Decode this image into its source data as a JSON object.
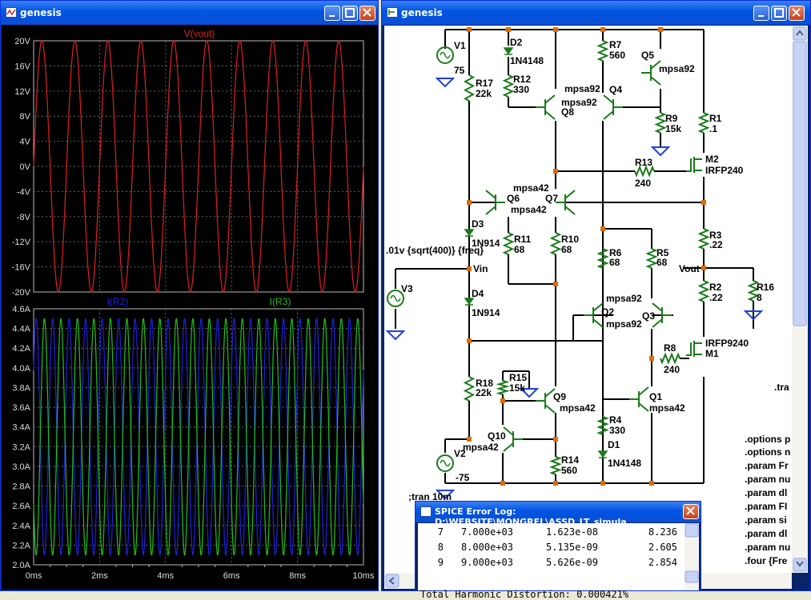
{
  "plot_window": {
    "title": "genesis"
  },
  "schematic_window": {
    "title": "genesis"
  },
  "error_log": {
    "title": "SPICE Error Log: D:\\WEBSITE\\MONGREL\\ASSD_LT_simula...",
    "rows": [
      {
        "n": "7",
        "freq": "7.000e+03",
        "amp": "1.623e-08",
        "norm": "8.236"
      },
      {
        "n": "8",
        "freq": "8.000e+03",
        "amp": "5.135e-09",
        "norm": "2.605"
      },
      {
        "n": "9",
        "freq": "9.000e+03",
        "amp": "5.626e-09",
        "norm": "2.854"
      }
    ],
    "thd": "Total Harmonic Distortion: 0.000421%"
  },
  "chart_data": [
    {
      "type": "line",
      "title": "V(vout)",
      "series": [
        {
          "name": "V(vout)",
          "color": "#e02020",
          "amplitude": 20,
          "offset": 0,
          "frequency_khz": 1
        }
      ],
      "xlim": [
        0,
        10
      ],
      "ylim": [
        -20,
        20
      ],
      "x_ticks": [
        "0ms",
        "2ms",
        "4ms",
        "6ms",
        "8ms",
        "10ms"
      ],
      "y_ticks": [
        "20V",
        "16V",
        "12V",
        "8V",
        "4V",
        "0V",
        "-4V",
        "-8V",
        "-12V",
        "-16V",
        "-20V"
      ],
      "grid": true
    },
    {
      "type": "line",
      "series": [
        {
          "name": "I(R2)",
          "color": "#2020e0",
          "center": 3.3,
          "amplitude": 1.2,
          "frequency_khz": 2
        },
        {
          "name": "I(R3)",
          "color": "#20c020",
          "center": 3.3,
          "amplitude": 1.2,
          "frequency_khz": 2
        }
      ],
      "xlim": [
        0,
        10
      ],
      "ylim": [
        2.0,
        4.6
      ],
      "x_ticks": [
        "0ms",
        "2ms",
        "4ms",
        "6ms",
        "8ms",
        "10ms"
      ],
      "y_ticks": [
        "4.6A",
        "4.4A",
        "4.2A",
        "4.0A",
        "3.8A",
        "3.6A",
        "3.4A",
        "3.2A",
        "3.0A",
        "2.8A",
        "2.6A",
        "2.4A",
        "2.2A",
        "2.0A"
      ],
      "grid": true
    }
  ],
  "schematic": {
    "labels": [
      "V1",
      "75",
      "D2",
      "1N4148",
      "R7",
      "560",
      "Q5",
      "mpsa92",
      "R17",
      "22k",
      "R12",
      "330",
      "mpsa92",
      "Q4",
      "mpsa92",
      "Q8",
      "R9",
      "15k",
      "R1",
      ".1",
      "R13",
      "240",
      "M2",
      "IRFP240",
      "mpsa42",
      "Q6",
      "Q7",
      "mpsa42",
      "D3",
      "1N914",
      "R11",
      "68",
      "R10",
      "68",
      "R3",
      ".22",
      ".01v {sqrt(400)} {freq}",
      "Vin",
      "R6",
      "68",
      "R5",
      "68",
      "Vout",
      "V3",
      "D4",
      "1N914",
      "R2",
      ".22",
      "R16",
      "8",
      "Q2",
      "mpsa92",
      "mpsa92",
      "Q3",
      "IRFP9240",
      "M1",
      "R8",
      "240",
      "R18",
      "22k",
      "R15",
      "15k",
      "Q9",
      "mpsa42",
      "Q1",
      "mpsa42",
      ".tra",
      "R4",
      "330",
      "Q10",
      "mpsa42",
      "D1",
      "1N4148",
      "V2",
      "-75",
      "R14",
      "560",
      ";tran 10m",
      ".options p",
      ".options n",
      ".param Fr",
      ".param nu",
      ".param dl",
      ".param FI",
      ".param si",
      ".param dl",
      ".param nu",
      ".four {Fre"
    ]
  }
}
